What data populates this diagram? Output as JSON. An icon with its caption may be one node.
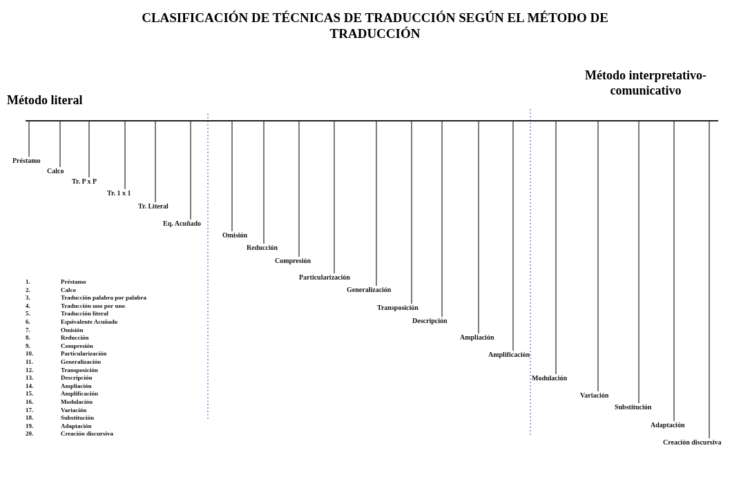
{
  "diagram": {
    "title": "CLASIFICACIÓN DE TÉCNICAS DE TRADUCCIÓN SEGÚN EL MÉTODO DE TRADUCCIÓN",
    "nodes": [
      {
        "text": [],
        "shape": "bar"
      },
      {
        "text": [
          "Préstamo"
        ]
      },
      {
        "text": [
          "Calco"
        ]
      },
      {
        "text": [
          "Tr. P x P"
        ]
      },
      {
        "text": [
          "Tr. 1 x 1"
        ]
      },
      {
        "text": [
          "Tr. Literal"
        ]
      },
      {
        "text": [
          "Eq. Acuñado"
        ]
      },
      {
        "text": [
          "Omisión"
        ]
      },
      {
        "text": [
          "Reducción"
        ]
      },
      {
        "text": [
          "Compresión"
        ]
      },
      {
        "text": [
          "Particularización"
        ]
      },
      {
        "text": [
          "Generalización"
        ]
      },
      {
        "text": [
          "Transposición"
        ]
      },
      {
        "text": [
          "Descripción"
        ]
      },
      {
        "text": [
          "Ampliación"
        ]
      },
      {
        "text": [
          "Amplificación"
        ]
      },
      {
        "text": [
          "Modulación"
        ]
      },
      {
        "text": [
          "Variación"
        ]
      },
      {
        "text": [
          "Substitución"
        ]
      },
      {
        "text": [
          "Adaptación"
        ]
      },
      {
        "text": [
          "Creación discursiva"
        ]
      }
    ],
    "edges": [
      {
        "from": 1,
        "to": 0,
        "arrow": "none"
      },
      {
        "from": 2,
        "to": 0,
        "arrow": "none"
      },
      {
        "from": 3,
        "to": 0,
        "arrow": "none"
      },
      {
        "from": 4,
        "to": 0,
        "arrow": "none"
      },
      {
        "from": 5,
        "to": 0,
        "arrow": "none"
      },
      {
        "from": 6,
        "to": 0,
        "arrow": "none"
      },
      {
        "from": 7,
        "to": 0,
        "arrow": "none"
      },
      {
        "from": 8,
        "to": 0,
        "arrow": "none"
      },
      {
        "from": 9,
        "to": 0,
        "arrow": "none"
      },
      {
        "from": 10,
        "to": 0,
        "arrow": "none"
      },
      {
        "from": 11,
        "to": 0,
        "arrow": "none"
      },
      {
        "from": 12,
        "to": 0,
        "arrow": "none"
      },
      {
        "from": 13,
        "to": 0,
        "arrow": "none"
      },
      {
        "from": 14,
        "to": 0,
        "arrow": "none"
      },
      {
        "from": 15,
        "to": 0,
        "arrow": "none"
      },
      {
        "from": 16,
        "to": 0,
        "arrow": "none"
      },
      {
        "from": 17,
        "to": 0,
        "arrow": "none"
      },
      {
        "from": 18,
        "to": 0,
        "arrow": "none"
      },
      {
        "from": 19,
        "to": 0,
        "arrow": "none"
      },
      {
        "from": 20,
        "to": 0,
        "arrow": "none"
      }
    ],
    "labels": [
      "Método interpretativo-comunicativo",
      "Método literal",
      "1.",
      "Préstamo",
      "2.",
      "Calco",
      "3.",
      "Traducción palabra por palabra",
      "4.",
      "Traducción uno por uno",
      "5.",
      "Traducción literal",
      "6.",
      "Equivalente Acuñado",
      "7.",
      "Omisión",
      "8.",
      "Reducción",
      "9.",
      "Compresión",
      "10.",
      "Particularización",
      "11.",
      "Generalización",
      "12.",
      "Transposición",
      "13.",
      "Descripción",
      "14.",
      "Ampliación",
      "15.",
      "Amplificación",
      "16.",
      "Modulación",
      "17.",
      "Variación",
      "18.",
      "Substitución",
      "19.",
      "Adaptación",
      "20.",
      "Creación discursiva"
    ]
  }
}
